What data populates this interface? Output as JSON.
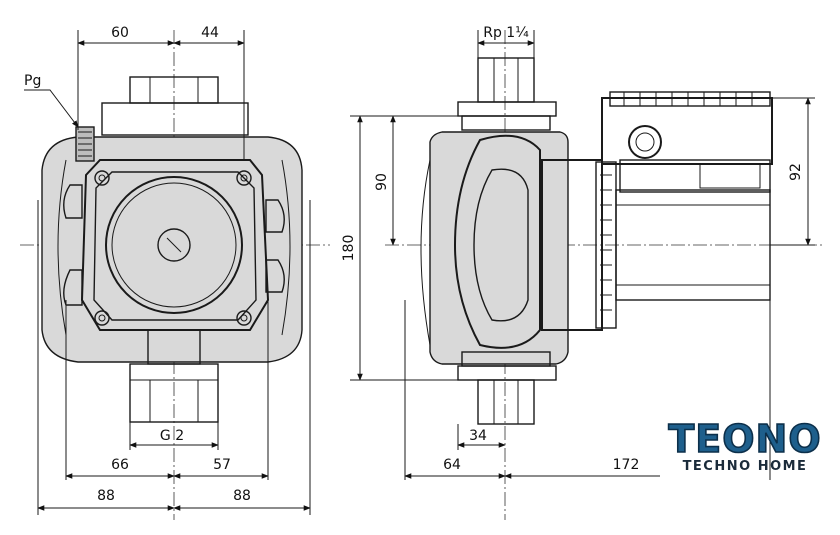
{
  "labels": {
    "pg": "Pg",
    "top_left_1": "60",
    "top_left_2": "44",
    "rp": "Rp 1¼",
    "g2": "G 2",
    "w66": "66",
    "w57": "57",
    "w88_left": "88",
    "w88_right": "88",
    "h90": "90",
    "h180": "180",
    "h92": "92",
    "w34": "34",
    "w64": "64",
    "w172": "172"
  },
  "logo": {
    "brand": "TEONO",
    "tagline": "TECHNO HOME",
    "colors": {
      "main": "#1e5f8c",
      "outline": "#0c2f4a"
    }
  }
}
